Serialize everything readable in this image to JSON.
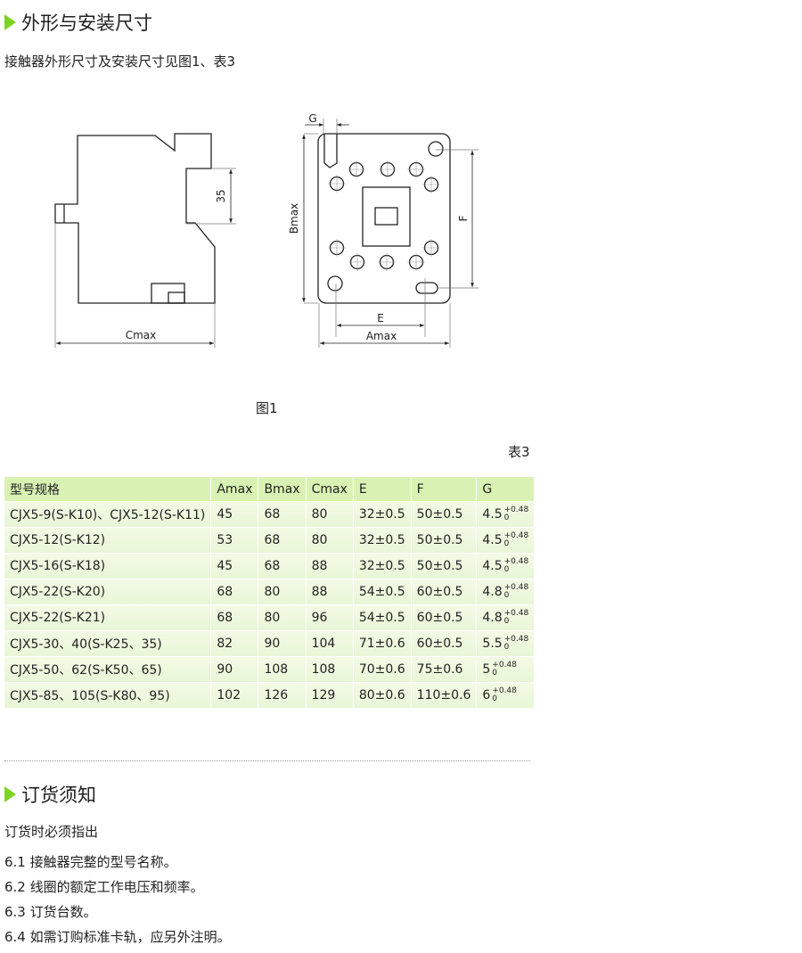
{
  "section1": {
    "title": "外形与安装尺寸",
    "intro": "接触器外形尺寸及安装尺寸见图1、表3"
  },
  "figure": {
    "caption": "图1",
    "labels": {
      "dim35": "35",
      "cmax": "Cmax",
      "g": "G",
      "bmax": "Bmax",
      "f": "F",
      "e": "E",
      "amax": "Amax"
    }
  },
  "table": {
    "caption": "表3",
    "headers": [
      "型号规格",
      "Amax",
      "Bmax",
      "Cmax",
      "E",
      "F",
      "G"
    ],
    "rows": [
      {
        "model": "CJX5-9(S-K10)、CJX5-12(S-K11)",
        "amax": "45",
        "bmax": "68",
        "cmax": "80",
        "e": "32±0.5",
        "f": "50±0.5",
        "g": "4.5",
        "g_up": "+0.48",
        "g_low": "0"
      },
      {
        "model": "CJX5-12(S-K12)",
        "amax": "53",
        "bmax": "68",
        "cmax": "80",
        "e": "32±0.5",
        "f": "50±0.5",
        "g": "4.5",
        "g_up": "+0.48",
        "g_low": "0"
      },
      {
        "model": "CJX5-16(S-K18)",
        "amax": "45",
        "bmax": "68",
        "cmax": "88",
        "e": "32±0.5",
        "f": "50±0.5",
        "g": "4.5",
        "g_up": "+0.48",
        "g_low": "0"
      },
      {
        "model": "CJX5-22(S-K20)",
        "amax": "68",
        "bmax": "80",
        "cmax": "88",
        "e": "54±0.5",
        "f": "60±0.5",
        "g": "4.8",
        "g_up": "+0.48",
        "g_low": "0"
      },
      {
        "model": "CJX5-22(S-K21)",
        "amax": "68",
        "bmax": "80",
        "cmax": "96",
        "e": "54±0.5",
        "f": "60±0.5",
        "g": "4.8",
        "g_up": "+0.48",
        "g_low": "0"
      },
      {
        "model": "CJX5-30、40(S-K25、35)",
        "amax": "82",
        "bmax": "90",
        "cmax": "104",
        "e": "71±0.6",
        "f": "60±0.5",
        "g": "5.5",
        "g_up": "+0.48",
        "g_low": "0"
      },
      {
        "model": "CJX5-50、62(S-K50、65)",
        "amax": "90",
        "bmax": "108",
        "cmax": "108",
        "e": "70±0.6",
        "f": "75±0.6",
        "g": "5",
        "g_up": "+0.48",
        "g_low": "0"
      },
      {
        "model": "CJX5-85、105(S-K80、95)",
        "amax": "102",
        "bmax": "126",
        "cmax": "129",
        "e": "80±0.6",
        "f": "110±0.6",
        "g": "6",
        "g_up": "+0.48",
        "g_low": "0"
      }
    ]
  },
  "section2": {
    "title": "订货须知",
    "intro": "订货时必须指出",
    "items": [
      "6.1 接触器完整的型号名称。",
      "6.2 线圈的额定工作电压和频率。",
      "6.3 订货台数。",
      "6.4 如需订购标准卡轨，应另外注明。"
    ]
  },
  "colors": {
    "accent": "#7ed321",
    "header_bg": "#d9f2b4",
    "row_bg": "#eef8e0"
  }
}
